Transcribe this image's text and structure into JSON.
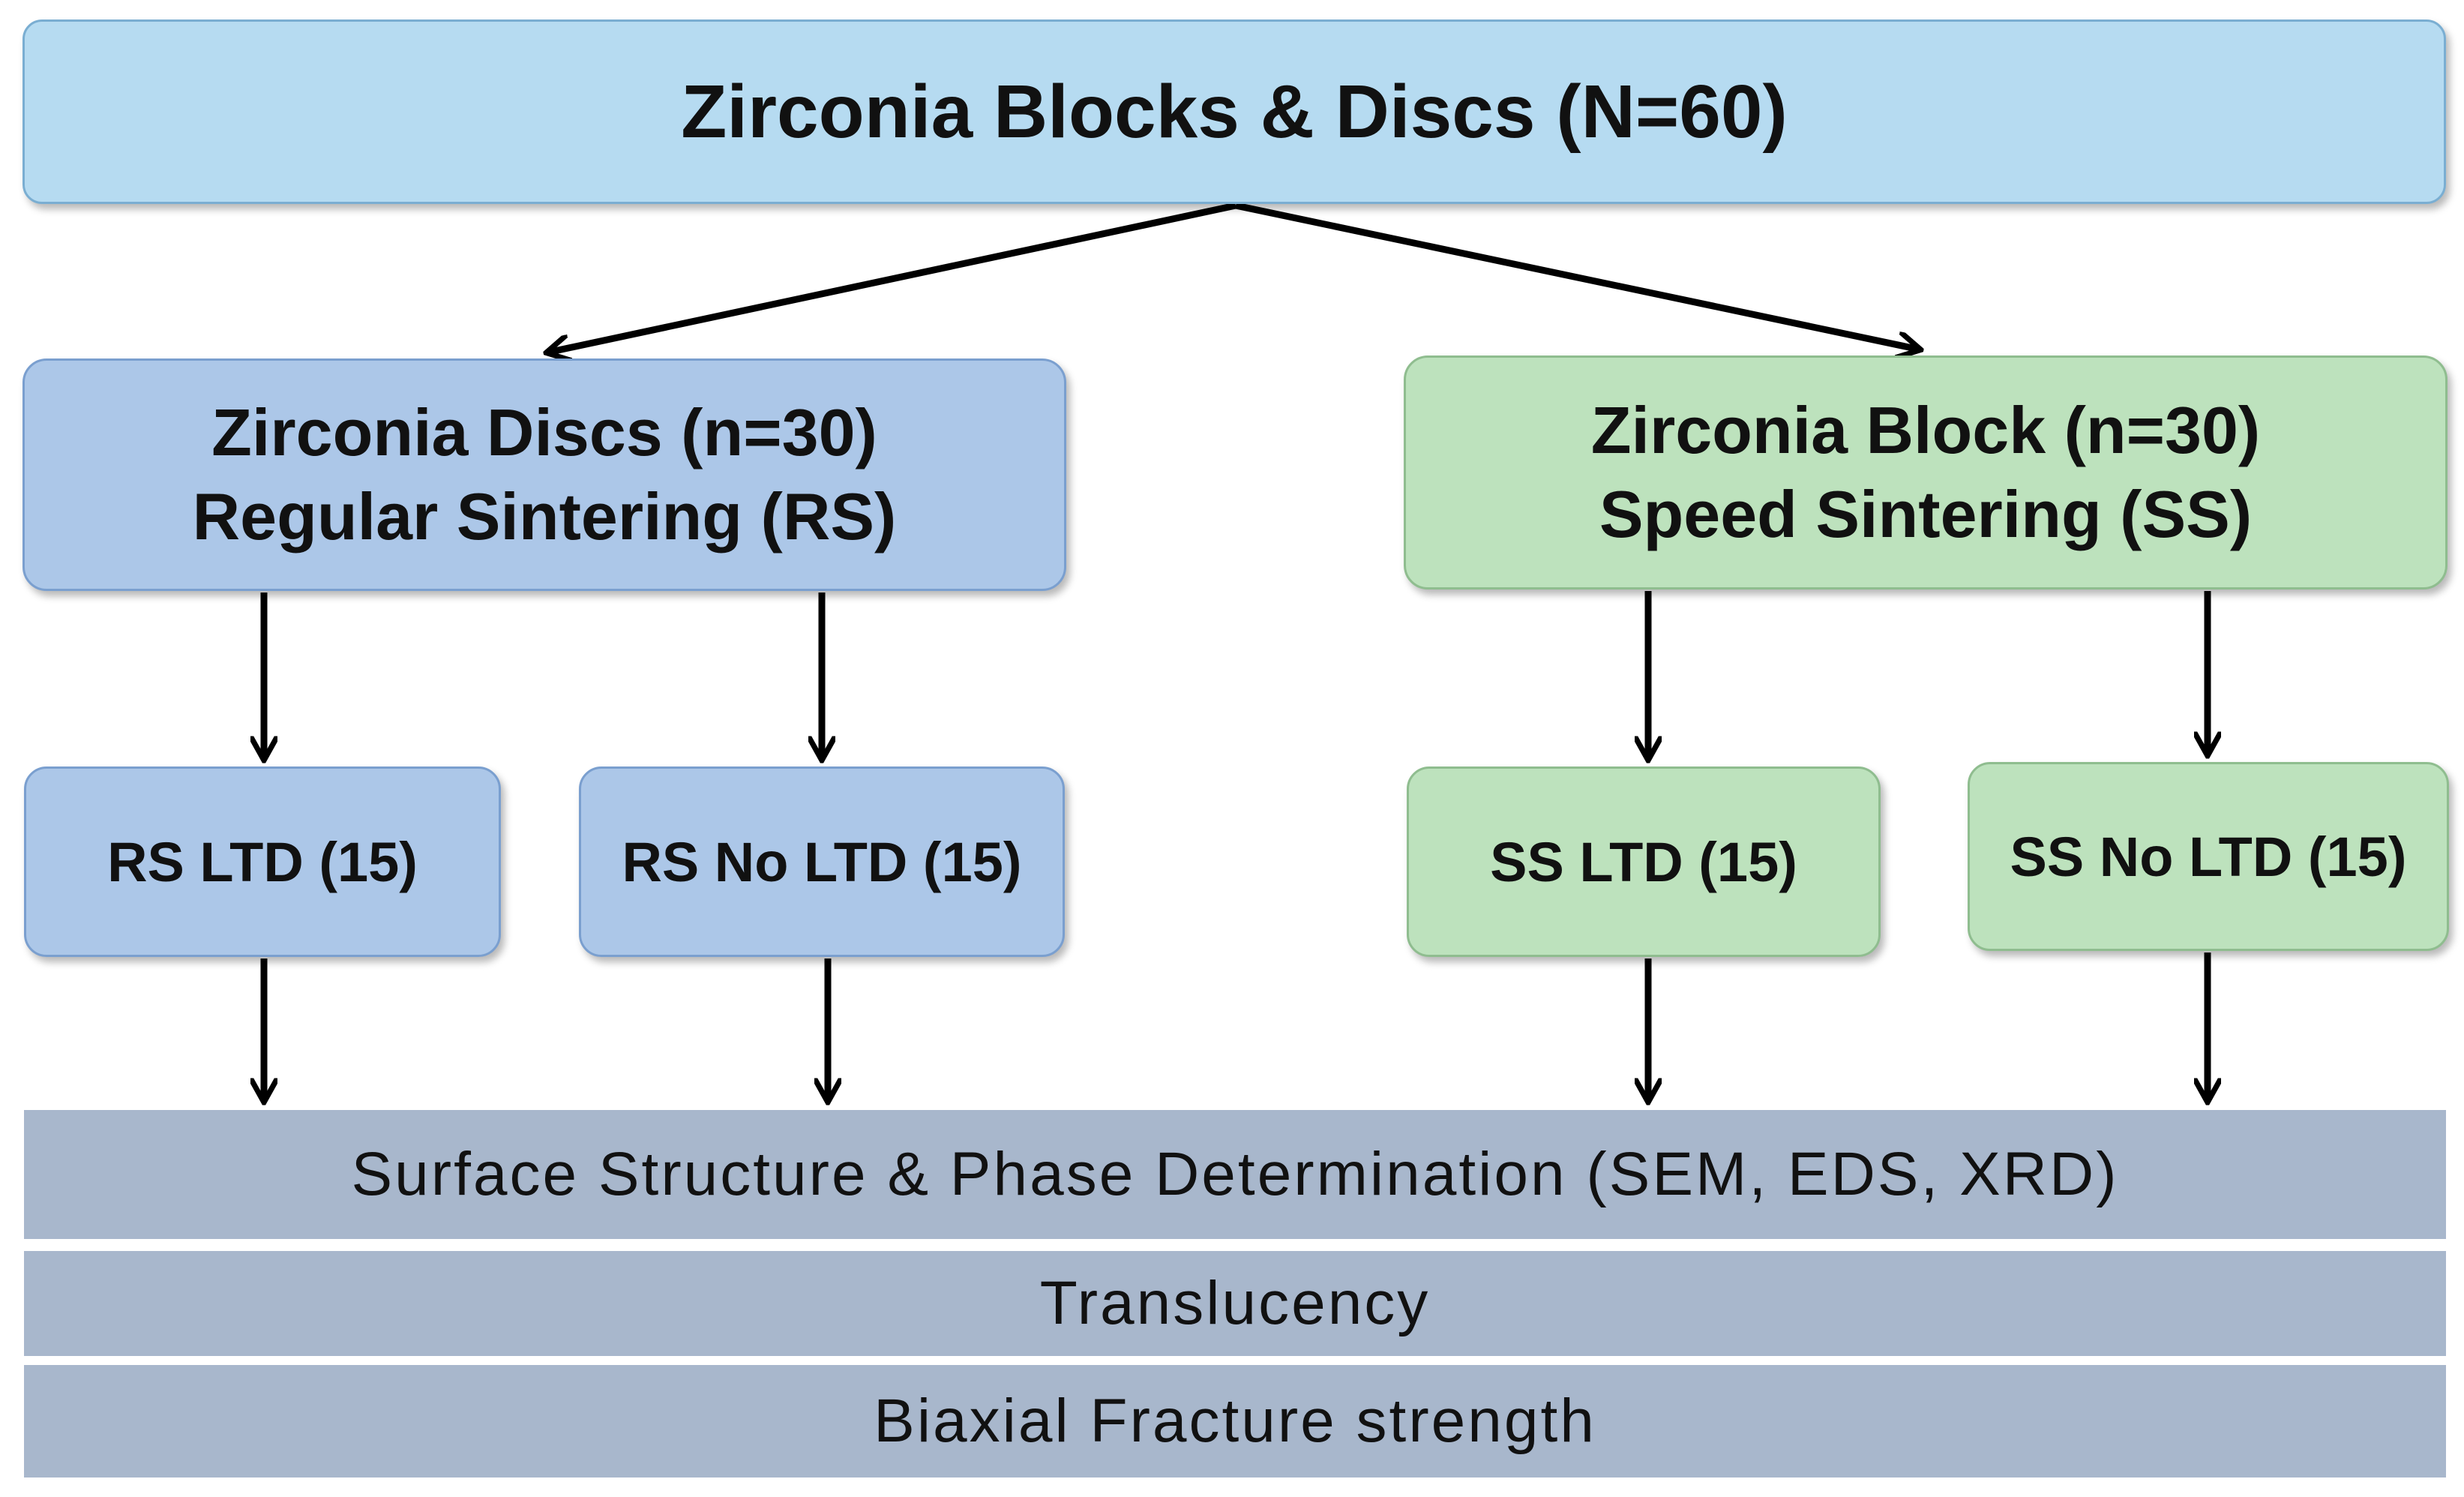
{
  "root": {
    "label": "Zirconia Blocks & Discs (N=60)"
  },
  "groups": [
    {
      "line1": "Zirconia Discs (n=30)",
      "line2": "Regular Sintering (RS)"
    },
    {
      "line1": "Zirconia Block (n=30)",
      "line2": "Speed Sintering (SS)"
    }
  ],
  "subgroups": [
    {
      "label": "RS LTD (15)"
    },
    {
      "label": "RS No LTD (15)"
    },
    {
      "label": "SS LTD (15)"
    },
    {
      "label": "SS No LTD (15)"
    }
  ],
  "tests": [
    {
      "label": "Surface Structure & Phase Determination (SEM, EDS, XRD)"
    },
    {
      "label": "Translucency"
    },
    {
      "label": "Biaxial Fracture strength"
    }
  ],
  "colors": {
    "root_fill": "#b6dbf1",
    "rs_fill": "#acc7e8",
    "ss_fill": "#bde2bd",
    "test_fill": "#a8b7cc",
    "arrow": "#000000"
  }
}
